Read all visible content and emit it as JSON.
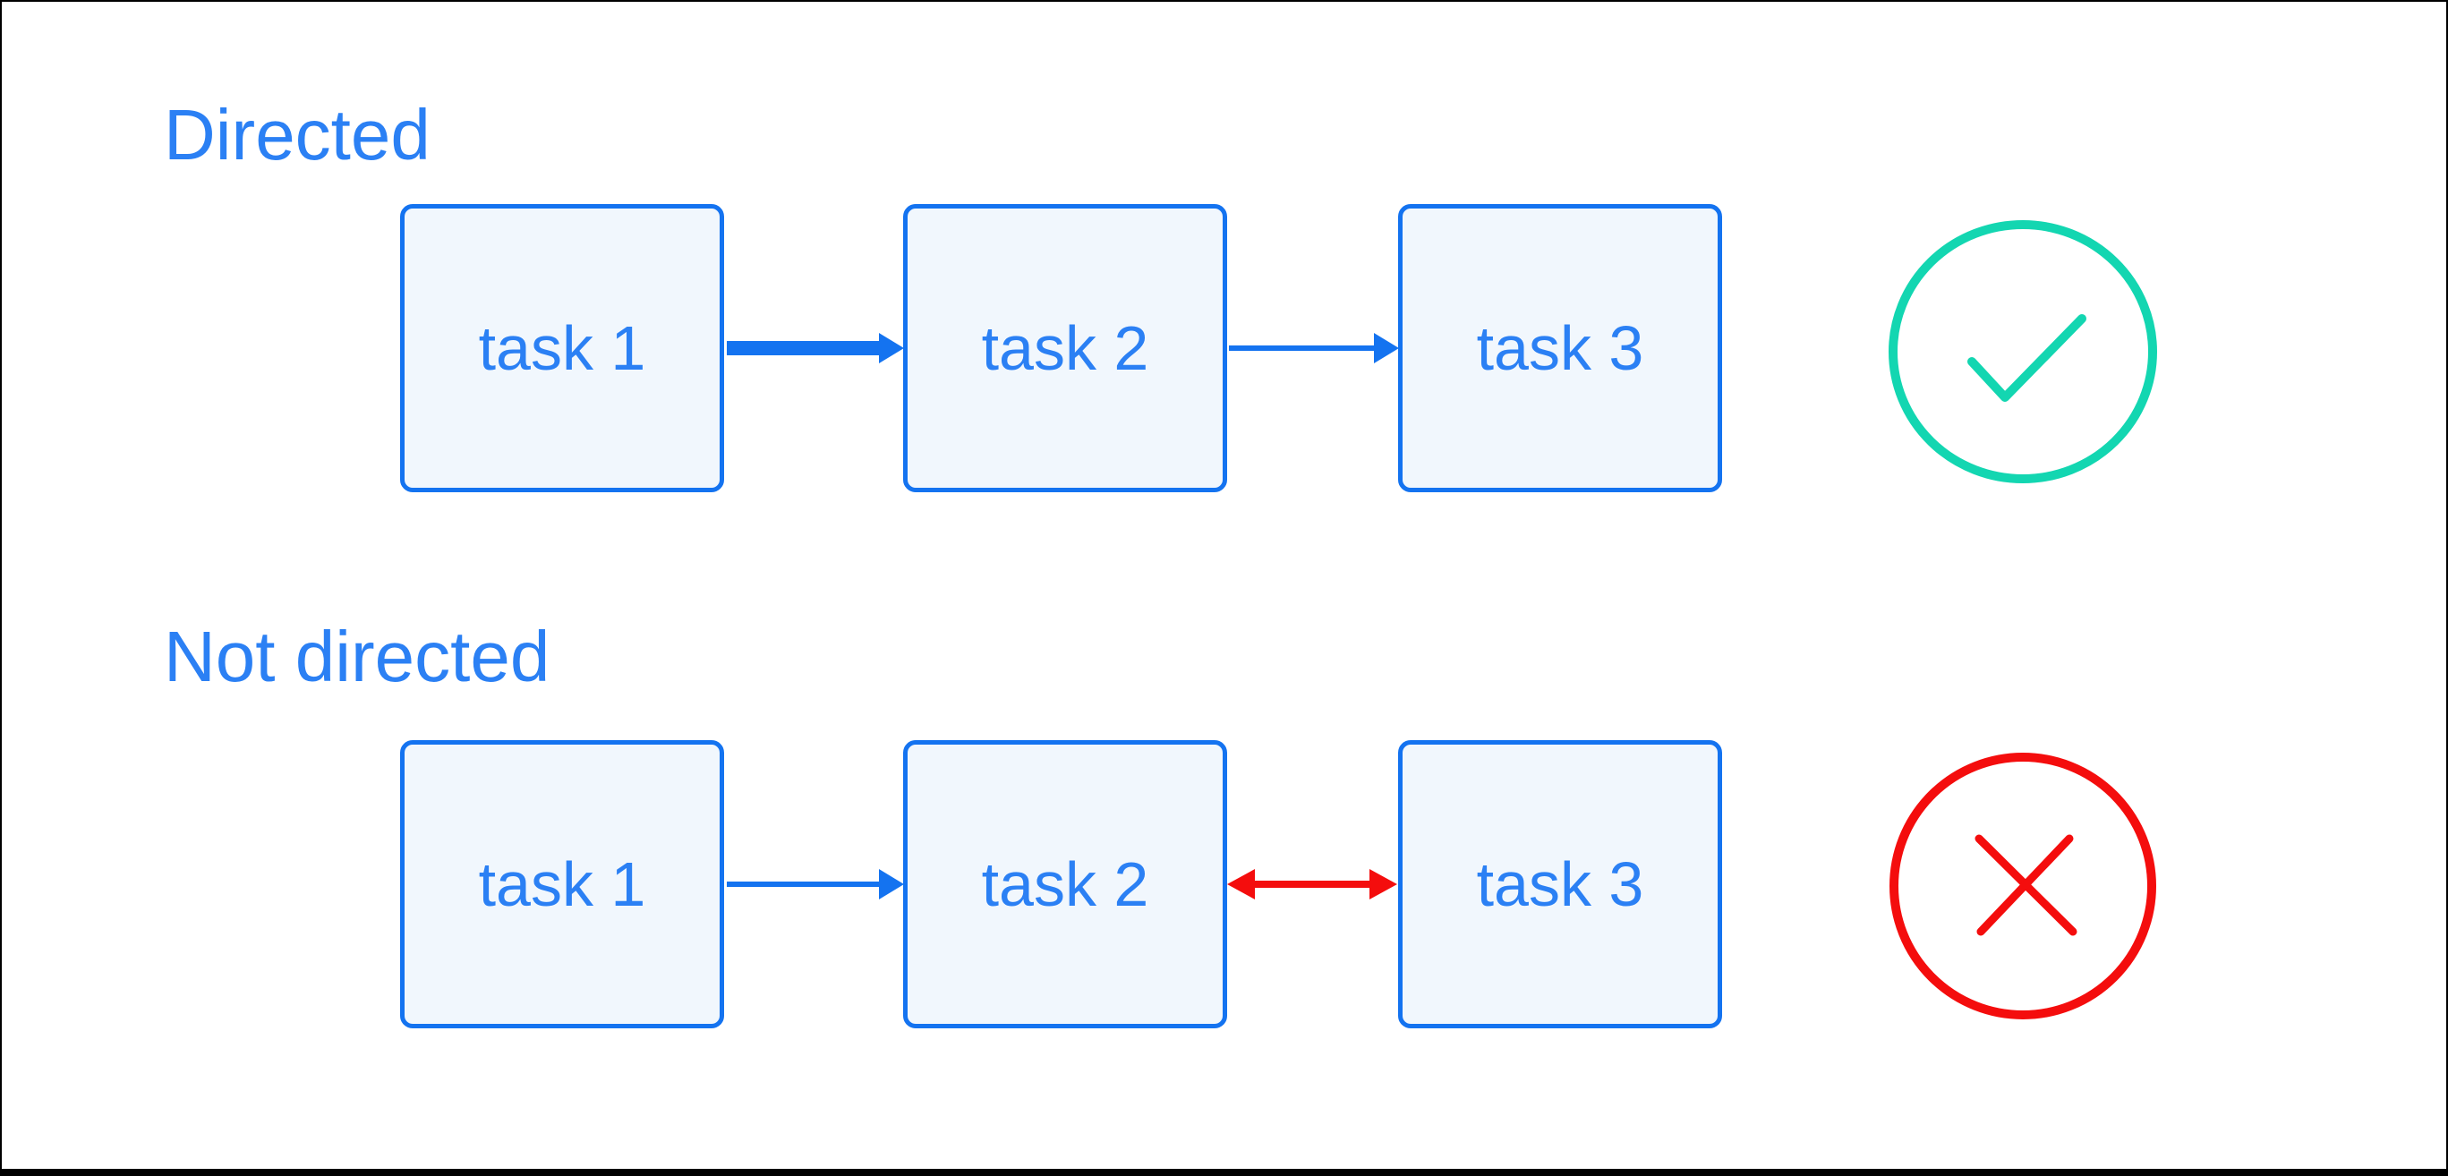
{
  "colors": {
    "stroke_blue": "#1473F0",
    "text_blue": "#2B80F4",
    "box_fill": "#F1F7FD",
    "green": "#13D6B1",
    "red": "#F40D0D",
    "frame_black": "#000000"
  },
  "directed": {
    "label": "Directed",
    "tasks": [
      "task 1",
      "task 2",
      "task 3"
    ],
    "status_icon": "check-circle-icon"
  },
  "not_directed": {
    "label": "Not directed",
    "tasks": [
      "task 1",
      "task 2",
      "task 3"
    ],
    "status_icon": "cross-circle-icon"
  }
}
